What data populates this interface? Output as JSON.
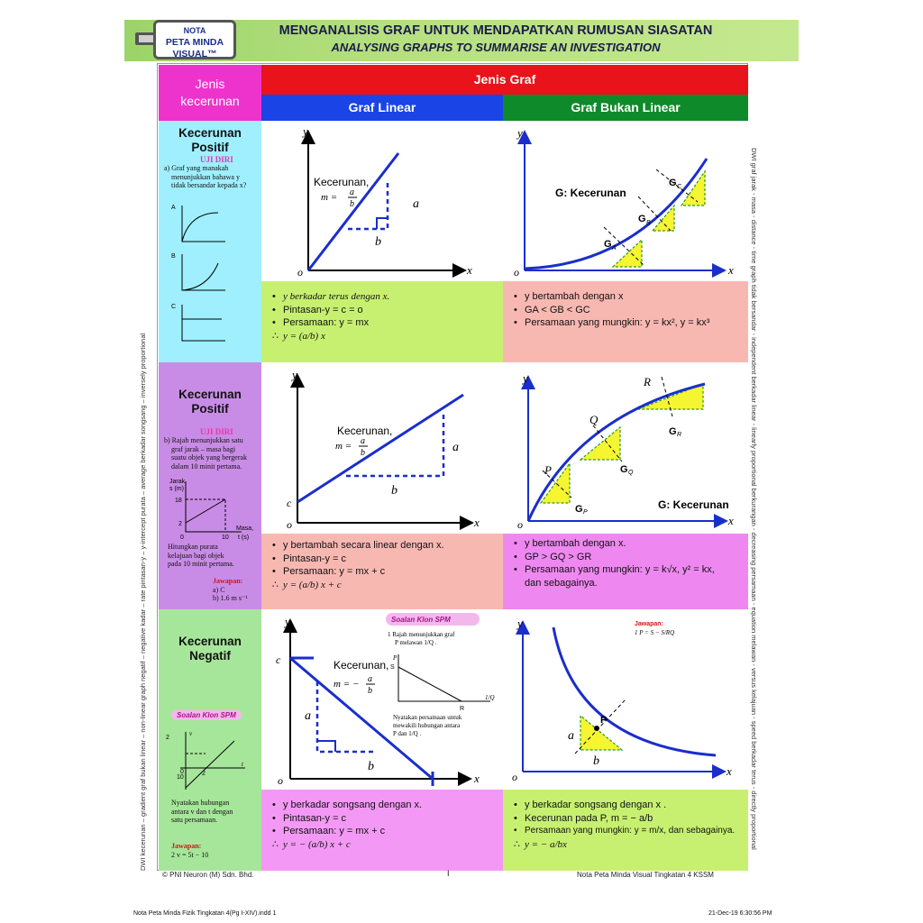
{
  "badge": {
    "line1": "NOTA",
    "line2": "PETA MINDA",
    "line3": "VISUAL™"
  },
  "title": {
    "ms": "MENGANALISIS GRAF UNTUK MENDAPATKAN RUMUSAN SIASATAN",
    "en": "ANALYSING GRAPHS TO SUMMARISE AN INVESTIGATION"
  },
  "table": {
    "jenis_kecerunan": [
      "Jenis",
      "kecerunan"
    ],
    "jenis_graf": "Jenis Graf",
    "graf_linear": "Graf Linear",
    "graf_bukan_linear": "Graf Bukan Linear"
  },
  "rows": [
    {
      "side_title": [
        "Kecerunan",
        "Positif"
      ],
      "uji": "UJI DIRI",
      "question": [
        "a) Graf yang manakah",
        "menunjukkan bahawa y",
        "tidak bersandar kepada x?"
      ],
      "options": [
        "A",
        "B",
        "C"
      ],
      "linear_labels": {
        "y": "y",
        "x": "x",
        "o": "o",
        "grad": "Kecerunan,",
        "m": "m =",
        "a": "a",
        "b": "b"
      },
      "nonlinear_labels": {
        "g": "G: Kecerunan",
        "ga": "G",
        "gb": "G",
        "gc": "G",
        "sa": "A",
        "sb": "B",
        "sc": "C"
      },
      "notes_linear": [
        "y berkadar terus dengan x.",
        "Pintasan-y = c = o",
        "Persamaan: y = mx",
        "y = (a/b) x"
      ],
      "notes_nonlinear": [
        "y bertambah dengan x",
        "GA < GB < GC",
        "Persamaan yang mungkin: y = kx², y = kx³"
      ]
    },
    {
      "side_title": [
        "Kecerunan",
        "Positif"
      ],
      "uji": "UJI DIRI",
      "question": [
        "b) Rajah menunjukkan satu",
        "graf jarak – masa bagi",
        "suatu objek yang bergerak",
        "dalam 10 minit pertama."
      ],
      "mini": {
        "ylabel1": "Jarak,",
        "ylabel2": "s (m)",
        "y18": "18",
        "y2": "2",
        "x10": "10",
        "xlabel1": "Masa,",
        "xlabel2": "t (s)",
        "o": "0"
      },
      "ask": [
        "Hitungkan purata",
        "kelajuan bagi objek",
        "pada 10 minit pertama."
      ],
      "answer_head": "Jawapan:",
      "answers": [
        "a) C",
        "b) 1.6 m s⁻¹"
      ],
      "linear_labels": {
        "y": "y",
        "x": "x",
        "o": "o",
        "c": "c",
        "grad": "Kecerunan,",
        "m": "m =",
        "a": "a",
        "b": "b"
      },
      "nonlinear_labels": {
        "g": "G: Kecerunan",
        "p": "P",
        "q": "Q",
        "r": "R",
        "gp": "G",
        "gq": "G",
        "gr": "G",
        "sp": "P",
        "sq": "Q",
        "sr": "R"
      },
      "notes_linear": [
        "y bertambah secara linear dengan x.",
        "Pintasan-y = c",
        "Persamaan: y = mx + c",
        "y = (a/b) x + c"
      ],
      "notes_nonlinear": [
        "y bertambah dengan x.",
        "GP > GQ > GR",
        "Persamaan yang mungkin: y = k√x, y² = kx,",
        "dan sebagainya."
      ]
    },
    {
      "side_title": [
        "Kecerunan",
        "Negatif"
      ],
      "soalan": "Soalan Klon SPM",
      "mini": {
        "v": "v",
        "t": "t",
        "y2": "2",
        "x10": "10",
        "x2": "2",
        "o": "0"
      },
      "ask": [
        "Nyatakan hubungan",
        "antara v dan t dengan",
        "satu persamaan."
      ],
      "answer_head": "Jawapan:",
      "answers": [
        "2  v = 5t − 10"
      ],
      "linear_labels": {
        "y": "y",
        "x": "x",
        "o": "o",
        "c": "c",
        "grad": "Kecerunan,",
        "m": "m = −",
        "a": "a",
        "b": "b"
      },
      "soalan2": "Soalan Klon SPM",
      "q1": [
        "1  Rajah menunjukkan graf",
        "P melawan 1/Q ."
      ],
      "q1_mini": {
        "p": "P",
        "s": "S",
        "r": "R",
        "x": "1/Q"
      },
      "q1_ask": [
        "Nyatakan persamaan untuk",
        "mewakili hubungan antara",
        "P dan 1/Q ."
      ],
      "q1_answer_head": "Jawapan:",
      "q1_answer": "1  P = S − S/RQ",
      "nonlinear_labels": {
        "p": "P",
        "a": "a",
        "b": "b",
        "y": "y",
        "x": "x",
        "o": "o"
      },
      "notes_linear": [
        "y berkadar songsang dengan x.",
        "Pintasan-y = c",
        "Persamaan: y = mx + c",
        "y = − (a/b) x + c"
      ],
      "notes_nonlinear": [
        "y berkadar songsang dengan x .",
        "Kecerunan pada P, m = − a/b",
        "Persamaan yang mungkin: y = m/x, dan sebagainya.",
        "y = − a/bx"
      ]
    }
  ],
  "vertical_left": "DWI kecerunan – gradient graf bukan linear – non-linear graph negatif – negative kadar – rate pintasan-y – y-intercept purata – average berkadar songsang – inversely proportional",
  "vertical_right": "DWI graf jarak - masa - distance - time graph tidak bersandar - independent berkadar linear - linearly proportional berkurangan - decreasing persamaan - equation melawan - versus kelajuan - speed berkadar terus - directly proportional",
  "footer": {
    "left": "© PNI Neuron (M) Sdn. Bhd.",
    "center": "I",
    "right": "Nota Peta Minda Visual Tingkatan 4 KSSM"
  },
  "print": {
    "left": "Nota Peta Minda Fizik Tingkatan 4(Pg I-XIV).indd   1",
    "right": "21-Dec-19   6:30:56 PM"
  },
  "colors": {
    "header_green": "#b6e080",
    "magenta": "#ee33cc",
    "red": "#e8131b",
    "blue": "#1a44e6",
    "green": "#0f8a2a",
    "curve": "#1a2ecc",
    "triangle_fill": "#f5f531"
  }
}
